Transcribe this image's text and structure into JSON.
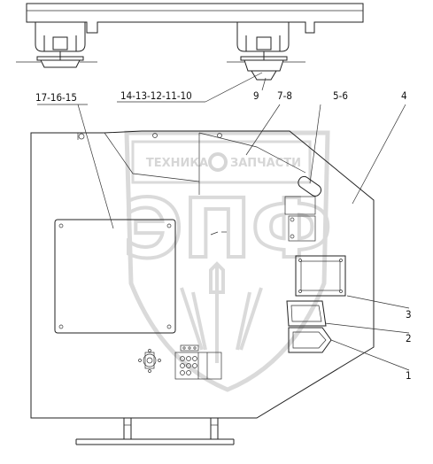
{
  "callouts": {
    "c17": "17-16-15",
    "c14": "14-13-12-11-10",
    "c9": "9",
    "c7": "7-8",
    "c5": "5-6",
    "c4": "4",
    "c3": "3",
    "c2": "2",
    "c1": "1"
  },
  "watermark": {
    "badge_left": "ТЕХНИКА",
    "badge_right": "ЗАПЧАСТИ",
    "logo": "ЭПФ",
    "color": "#c8c8c8"
  }
}
